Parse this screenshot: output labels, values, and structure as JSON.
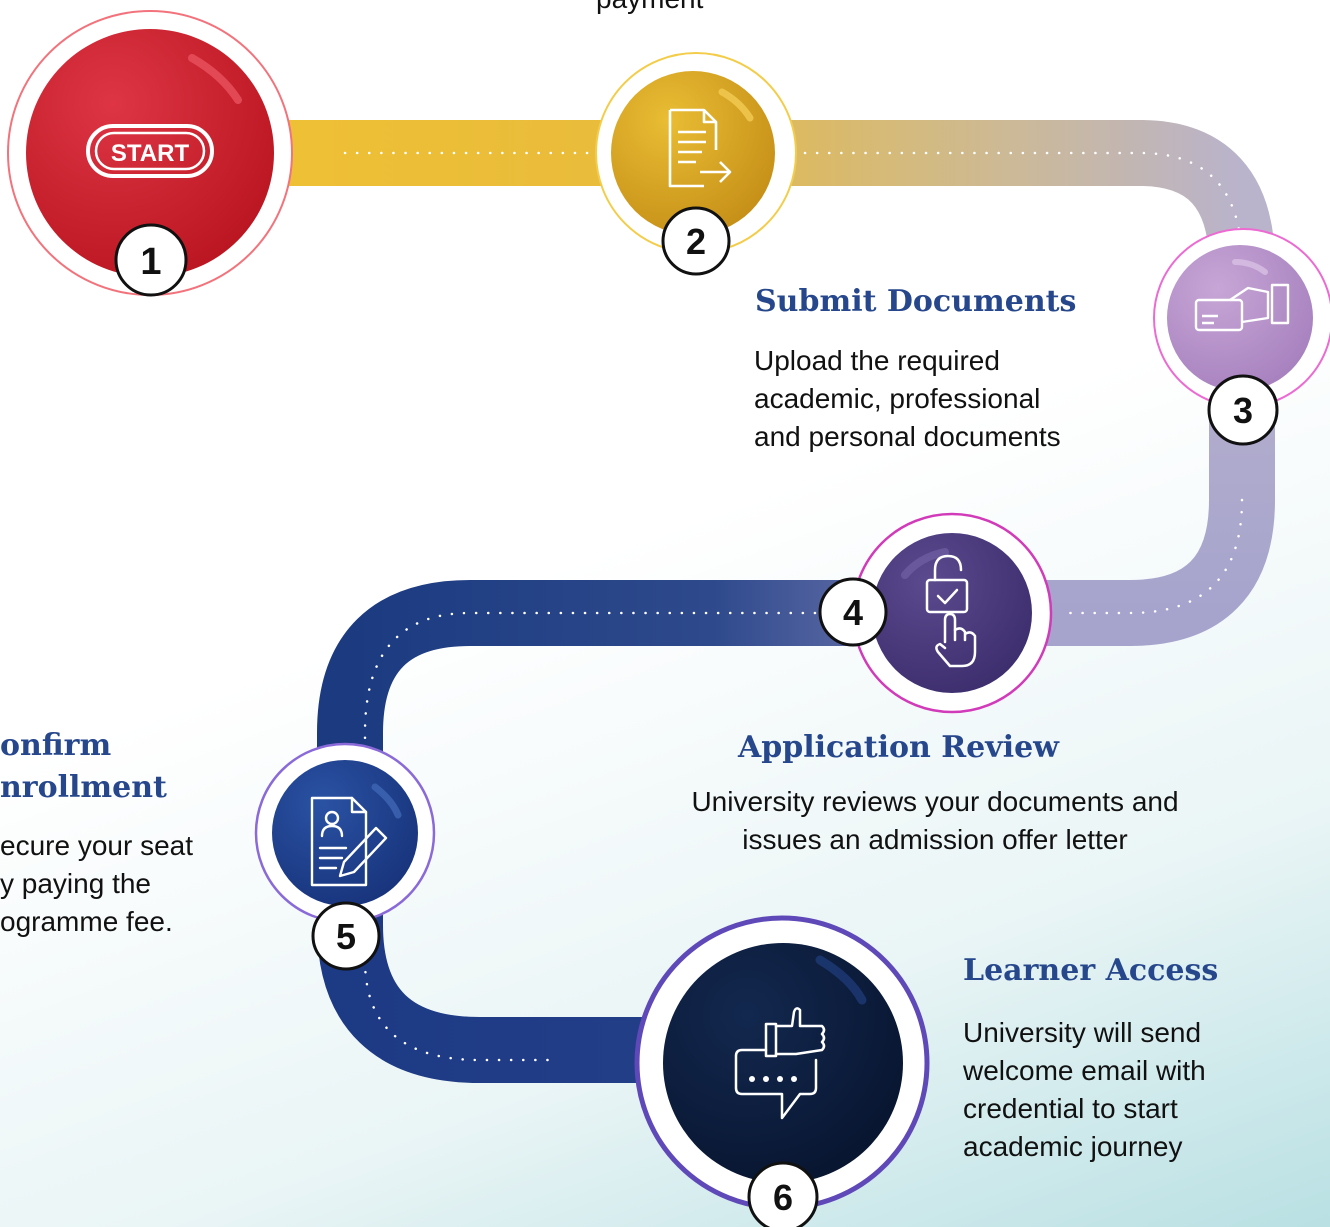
{
  "top_caption": "payment",
  "steps": [
    {
      "number": "1",
      "icon": "start-icon",
      "icon_text": "START",
      "color": "#c51f2e"
    },
    {
      "number": "2",
      "icon": "document-transfer-icon",
      "color": "#d9a722"
    },
    {
      "number": "3",
      "icon": "card-payment-icon",
      "color": "#b88fc8",
      "title": "Submit Documents",
      "description": [
        "Upload the required",
        "academic, professional",
        "and personal documents"
      ]
    },
    {
      "number": "4",
      "icon": "unlock-touch-icon",
      "color": "#4a3a7c",
      "title": "Application Review",
      "description": [
        "University reviews your documents and",
        "issues an admission offer letter"
      ]
    },
    {
      "number": "5",
      "icon": "application-form-icon",
      "color": "#1d3f8f",
      "title": [
        "onfirm",
        "nrollment"
      ],
      "description": [
        "ecure your seat",
        "y paying the",
        "ogramme fee."
      ]
    },
    {
      "number": "6",
      "icon": "feedback-rating-icon",
      "color": "#0d1d3e",
      "title": "Learner Access",
      "description": [
        "University will send",
        "welcome email with",
        "credential to start",
        "academic journey"
      ]
    }
  ]
}
